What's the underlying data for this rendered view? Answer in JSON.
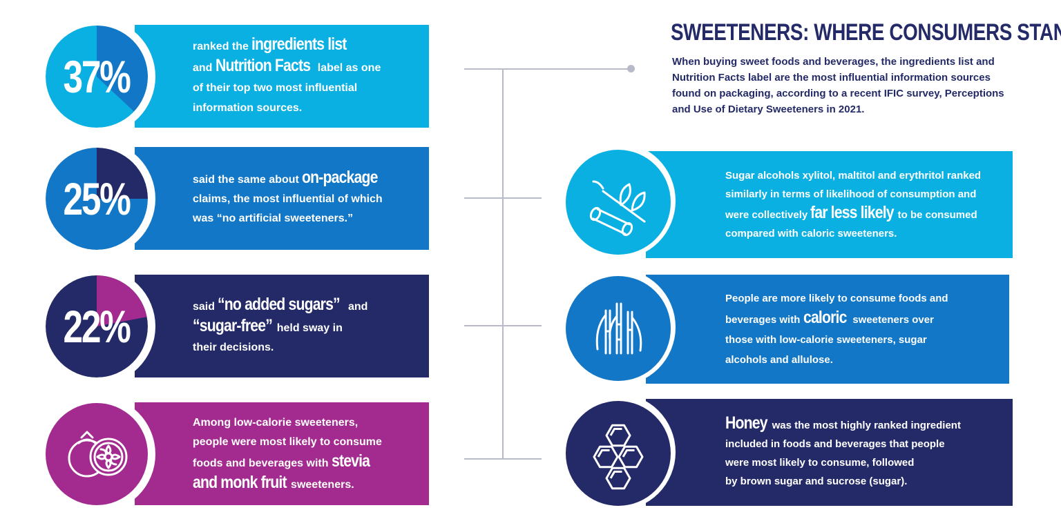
{
  "header": {
    "title": "SWEETENERS: WHERE CONSUMERS STAND",
    "intro": "When buying sweet foods and beverages, the ingredients list and Nutrition Facts label are the most influential information sources found on packaging, according to a recent IFIC survey, Perceptions and Use of Dietary Sweeteners in 2021."
  },
  "colors": {
    "light_blue": "#0bb0e2",
    "mid_blue": "#1177c6",
    "dark_blue": "#232a67",
    "purple": "#a32a8e",
    "connector": "#b8bac8"
  },
  "stats": [
    {
      "percent": "37%",
      "fraction": 0.37,
      "t1": "ranked the ",
      "e1": "ingredients list",
      "t2": "and ",
      "e2": "Nutrition Facts",
      "t3": " label as one",
      "t4": "of their top two most influential",
      "t5": "information sources."
    },
    {
      "percent": "25%",
      "fraction": 0.25,
      "t1": "said the same about ",
      "e1": "on-package",
      "t2": "claims, the most influential of which",
      "t3": "was “no artificial sweeteners.”"
    },
    {
      "percent": "22%",
      "fraction": 0.22,
      "t1": "said ",
      "e1": "“no added sugars”",
      "t2": " and",
      "e2": "“sugar-free”",
      "t3": " held sway in",
      "t4": "their decisions."
    },
    {
      "icon": "mangosteen-fruit-icon",
      "t1": "Among low-calorie sweeteners,",
      "t2": "people were most likely to consume",
      "t3": "foods and beverages with ",
      "e1": "stevia",
      "e2": "and monk fruit",
      "t4": " sweeteners."
    }
  ],
  "facts": [
    {
      "icon": "birch-log-leaves-icon",
      "t1": "Sugar alcohols xylitol, maltitol and erythritol ranked",
      "t2": "similarly in terms of likelihood of consumption and",
      "t3": "were collectively ",
      "e1": "far less likely",
      "t4": " to be consumed",
      "t5": "compared with caloric sweeteners."
    },
    {
      "icon": "sugarcane-icon",
      "t1": "People are more likely to consume foods and",
      "t2": "beverages with ",
      "e1": "caloric",
      "t3": " sweeteners over",
      "t4": "those with low-calorie sweeteners, sugar",
      "t5": "alcohols and allulose."
    },
    {
      "icon": "honeycomb-icon",
      "e1": "Honey",
      "t1": " was the most highly ranked ingredient",
      "t2": "included in foods and beverages that people",
      "t3": "were most likely to consume, followed",
      "t4": "by brown sugar and sucrose (sugar)."
    }
  ]
}
